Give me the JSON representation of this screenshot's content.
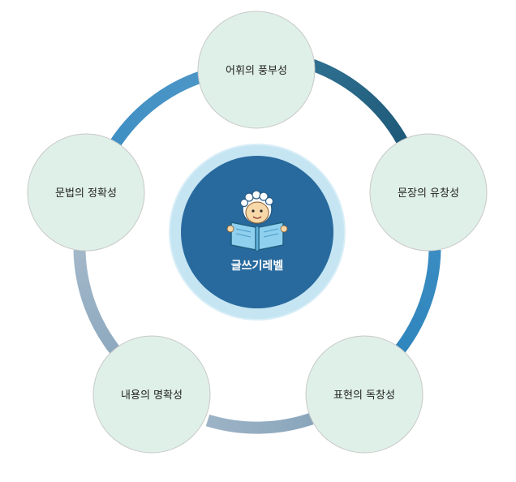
{
  "center": {
    "label": "글쓰기레벨",
    "icon": "reading-child-icon"
  },
  "nodes": [
    {
      "id": "vocabulary",
      "label": "어휘의 풍부성"
    },
    {
      "id": "fluency",
      "label": "문장의 유창성"
    },
    {
      "id": "originality",
      "label": "표현의 독창성"
    },
    {
      "id": "clarity",
      "label": "내용의 명확성"
    },
    {
      "id": "grammar",
      "label": "문법의 정확성"
    }
  ],
  "colors": {
    "node_fill": "#dff0e9",
    "node_stroke": "#c8c8c8",
    "center_outer": "#c5e5f3",
    "center_inner": "#286a9e",
    "ring_blue": "#3f8fc4",
    "ring_dark": "#1f5d80",
    "ring_gray": "#8ea9bf"
  }
}
